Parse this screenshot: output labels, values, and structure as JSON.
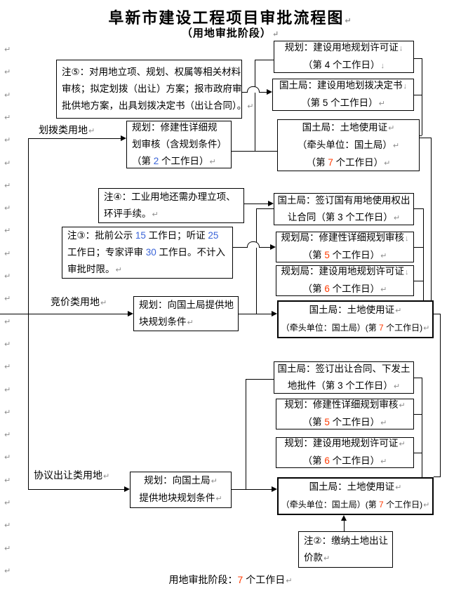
{
  "colors": {
    "red": "#ff3a00",
    "blue": "#3a64d8",
    "mark": "#8c8c8c"
  },
  "title": {
    "segs": [
      {
        "t": "阜新市建设工程项目审批流程图"
      },
      {
        "t": "↵",
        "c": "mark"
      }
    ]
  },
  "subtitle": {
    "segs": [
      {
        "t": "（用地审批阶段）"
      },
      {
        "t": "↵",
        "c": "mark"
      }
    ]
  },
  "footer": {
    "segs": [
      {
        "t": "用地审批阶段："
      },
      {
        "t": "7",
        "c": "red"
      },
      {
        "t": " 个工作日"
      },
      {
        "t": "↵",
        "c": "mark"
      }
    ]
  },
  "left_margin_marks": {
    "glyph": "↵",
    "count": 24
  },
  "branch_labels": {
    "huabo": {
      "segs": [
        {
          "t": "划拨类用地"
        },
        {
          "t": "↵",
          "c": "mark"
        }
      ]
    },
    "jingjia": {
      "segs": [
        {
          "t": "竞价类用地"
        },
        {
          "t": "↵",
          "c": "mark"
        }
      ]
    },
    "xieyi": {
      "segs": [
        {
          "t": "协议出让类用地"
        },
        {
          "t": "↵",
          "c": "mark"
        }
      ]
    }
  },
  "boxes": {
    "note5": {
      "lines": [
        [
          {
            "t": "注⑤：对用地立项、规划、权属等相关材料"
          }
        ],
        [
          {
            "t": "审核；拟定划拨（出让）方案；报市政府审"
          }
        ],
        [
          {
            "t": "批供地方案，出具划拨决定书（出让合同）。"
          },
          {
            "t": "↵",
            "c": "mark"
          }
        ]
      ]
    },
    "b1": {
      "lines": [
        [
          {
            "t": "规划：建设用地规划许可证"
          },
          {
            "t": "↓",
            "c": "mark"
          }
        ],
        [
          {
            "t": "（第 4 个工作日）"
          },
          {
            "t": "↓",
            "c": "mark"
          }
        ]
      ]
    },
    "b2": {
      "lines": [
        [
          {
            "t": "国土局：建设用地划拨决定书"
          },
          {
            "t": "↓",
            "c": "mark"
          }
        ],
        [
          {
            "t": "（第 5 个工作日）"
          },
          {
            "t": "↵",
            "c": "mark"
          }
        ]
      ]
    },
    "b3": {
      "lines": [
        [
          {
            "t": "国土局：土地使用证"
          },
          {
            "t": "↵",
            "c": "mark"
          }
        ],
        [
          {
            "t": "（牵头单位：国土局）"
          },
          {
            "t": "↵",
            "c": "mark"
          }
        ],
        [
          {
            "t": "（第 "
          },
          {
            "t": "7",
            "c": "red"
          },
          {
            "t": " 个工作日）"
          },
          {
            "t": "↵",
            "c": "mark"
          }
        ]
      ]
    },
    "huabo": {
      "lines": [
        [
          {
            "t": "规划：修建性详细规"
          }
        ],
        [
          {
            "t": "划审核（含规划条件）"
          }
        ],
        [
          {
            "t": "（第 "
          },
          {
            "t": "2",
            "c": "blue"
          },
          {
            "t": " 个工作日）"
          },
          {
            "t": "↵",
            "c": "mark"
          }
        ]
      ]
    },
    "note4": {
      "lines": [
        [
          {
            "t": "注④：工业用地还需办理立项、"
          }
        ],
        [
          {
            "t": "环评手续。"
          },
          {
            "t": "↵",
            "c": "mark"
          }
        ]
      ]
    },
    "note3": {
      "lines": [
        [
          {
            "t": "注③：批前公示 "
          },
          {
            "t": "15",
            "c": "blue"
          },
          {
            "t": " 工作日；听证 "
          },
          {
            "t": "25",
            "c": "blue"
          }
        ],
        [
          {
            "t": "工作日；专家评审 "
          },
          {
            "t": "30",
            "c": "blue"
          },
          {
            "t": " 工作日。不计入"
          }
        ],
        [
          {
            "t": "审批时限。"
          },
          {
            "t": "↵",
            "c": "mark"
          }
        ]
      ]
    },
    "m1": {
      "lines": [
        [
          {
            "t": "国土局：签订国有用地使用权出"
          }
        ],
        [
          {
            "t": "让合同（第 3 个工作日）"
          },
          {
            "t": "↵",
            "c": "mark"
          }
        ]
      ]
    },
    "m2": {
      "lines": [
        [
          {
            "t": "规划局：修建性详细规划审核"
          },
          {
            "t": "↓",
            "c": "mark"
          }
        ],
        [
          {
            "t": "（第 "
          },
          {
            "t": "5",
            "c": "red"
          },
          {
            "t": " 个工作日）"
          },
          {
            "t": "↵",
            "c": "mark"
          }
        ]
      ]
    },
    "m3": {
      "lines": [
        [
          {
            "t": "规划局：建设用地规划许可证"
          },
          {
            "t": "↓",
            "c": "mark"
          }
        ],
        [
          {
            "t": "（第 "
          },
          {
            "t": "6",
            "c": "red"
          },
          {
            "t": " 个工作日）"
          },
          {
            "t": "↵",
            "c": "mark"
          }
        ]
      ]
    },
    "m4": {
      "lines": [
        [
          {
            "t": "国土局：土地使用证"
          },
          {
            "t": "↵",
            "c": "mark"
          }
        ],
        [
          {
            "t": "（牵头单位：国土局）(第 "
          },
          {
            "t": "7",
            "c": "red"
          },
          {
            "t": " 个工作日)"
          },
          {
            "t": "↵",
            "c": "mark"
          }
        ]
      ]
    },
    "jingjia": {
      "lines": [
        [
          {
            "t": "规划：向国土局提供地"
          }
        ],
        [
          {
            "t": "块规划条件"
          },
          {
            "t": "↵",
            "c": "mark"
          }
        ]
      ]
    },
    "l1": {
      "lines": [
        [
          {
            "t": "国土局：签订出让合同、下发土"
          }
        ],
        [
          {
            "t": "地批件（第 3 个工作日）"
          },
          {
            "t": "↵",
            "c": "mark"
          }
        ]
      ]
    },
    "l2": {
      "lines": [
        [
          {
            "t": "规划：修建性详细规划审核"
          },
          {
            "t": "↵",
            "c": "mark"
          }
        ],
        [
          {
            "t": "（第 "
          },
          {
            "t": "5",
            "c": "red"
          },
          {
            "t": " 个工作日）"
          },
          {
            "t": "↵",
            "c": "mark"
          }
        ]
      ]
    },
    "l3": {
      "lines": [
        [
          {
            "t": "规划：建设用地规划许可证"
          },
          {
            "t": "↵",
            "c": "mark"
          }
        ],
        [
          {
            "t": "（第 "
          },
          {
            "t": "6",
            "c": "red"
          },
          {
            "t": " 个工作日）"
          },
          {
            "t": "↵",
            "c": "mark"
          }
        ]
      ]
    },
    "l4": {
      "lines": [
        [
          {
            "t": "国土局：土地使用证"
          },
          {
            "t": "↵",
            "c": "mark"
          }
        ],
        [
          {
            "t": "（牵头单位：国土局）(第 "
          },
          {
            "t": "7",
            "c": "red"
          },
          {
            "t": " 个工作日)"
          },
          {
            "t": "↵",
            "c": "mark"
          }
        ]
      ]
    },
    "xieyi": {
      "lines": [
        [
          {
            "t": "规划：向国土局"
          },
          {
            "t": "↵",
            "c": "mark"
          }
        ],
        [
          {
            "t": "提供地块规划条件"
          },
          {
            "t": "↵",
            "c": "mark"
          }
        ]
      ]
    },
    "note2": {
      "lines": [
        [
          {
            "t": "注②：缴纳土地出让"
          }
        ],
        [
          {
            "t": "价款"
          },
          {
            "t": "↵",
            "c": "mark"
          }
        ]
      ]
    }
  }
}
